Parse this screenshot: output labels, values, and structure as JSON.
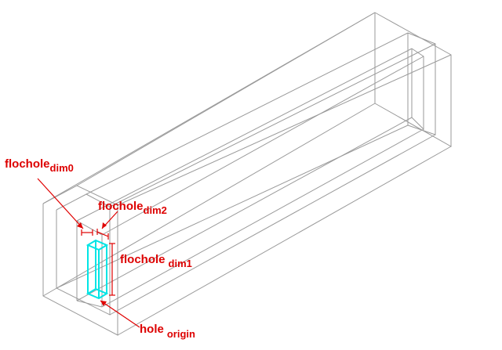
{
  "labels": {
    "dim0": {
      "main": "flochole",
      "sub": "dim0"
    },
    "dim2": {
      "main": "flochole",
      "sub": "dim2"
    },
    "dim1": {
      "main": "flochole",
      "sub": "dim1"
    },
    "origin": {
      "main": "hole",
      "sub": "origin"
    }
  },
  "colors": {
    "wireframe": "#9a9a9a",
    "hole": "#00e5e5",
    "annotation": "#dd0000",
    "background": "#ffffff"
  }
}
